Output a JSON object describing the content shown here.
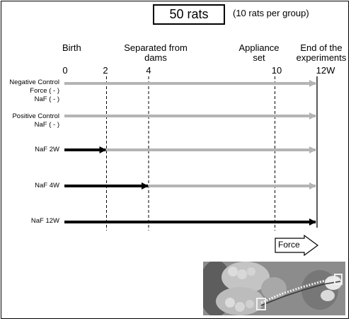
{
  "header": {
    "count_label": "50 rats",
    "group_note": "(10 rats per group)"
  },
  "stages": [
    {
      "id": "birth",
      "label": "Birth"
    },
    {
      "id": "separated",
      "label": "Separated from\ndams"
    },
    {
      "id": "appliance",
      "label": "Appliance\nset"
    },
    {
      "id": "end",
      "label": "End of the\nexperiments"
    }
  ],
  "ticks": [
    "0",
    "2",
    "4",
    "10",
    "12W"
  ],
  "groups": [
    {
      "label": "Negative Control\nForce ( - )\nNaF ( - )",
      "naf_weeks": 0
    },
    {
      "label": "Positive Control\nNaF ( - )",
      "naf_weeks": 0
    },
    {
      "label": "NaF 2W",
      "naf_weeks": 2
    },
    {
      "label": "NaF 4W",
      "naf_weeks": 4
    },
    {
      "label": "NaF 12W",
      "naf_weeks": 12
    }
  ],
  "force": {
    "label": "Force"
  },
  "colors": {
    "naf_arrow": "#000000",
    "no_naf_arrow": "#b4b4b4",
    "dashed_line": "#000000"
  }
}
